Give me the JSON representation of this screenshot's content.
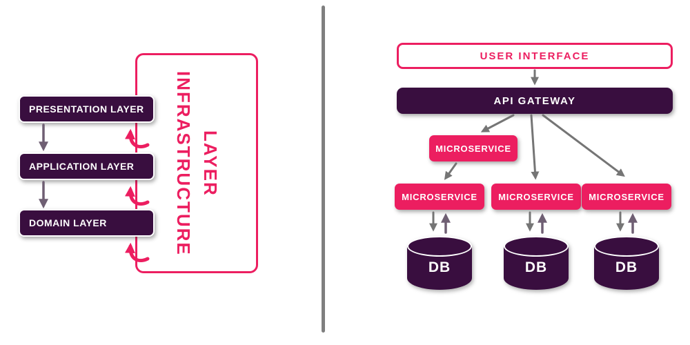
{
  "left_diagram": {
    "layers": [
      "PRESENTATION LAYER",
      "APPLICATION LAYER",
      "DOMAIN LAYER"
    ],
    "infrastructure_label": "INFRASTRUCTURE LAYER"
  },
  "right_diagram": {
    "user_interface_label": "USER INTERFACE",
    "api_gateway_label": "API GATEWAY",
    "mid_microservice_label": "MICROSERVICE",
    "microservices": [
      "MICROSERVICE",
      "MICROSERVICE",
      "MICROSERVICE"
    ],
    "databases": [
      "DB",
      "DB",
      "DB"
    ]
  },
  "icons": {
    "down_arrow": "arrow-down-icon",
    "up_arrow": "arrow-up-icon",
    "hook_arrow": "curved-hook-arrow-icon"
  },
  "colors": {
    "dark_purple": "#390E3F",
    "pink": "#EC1E60",
    "arrow_gray": "#757575",
    "arrow_purple": "#6F5F73",
    "divider_gray": "#7F7F7F"
  }
}
